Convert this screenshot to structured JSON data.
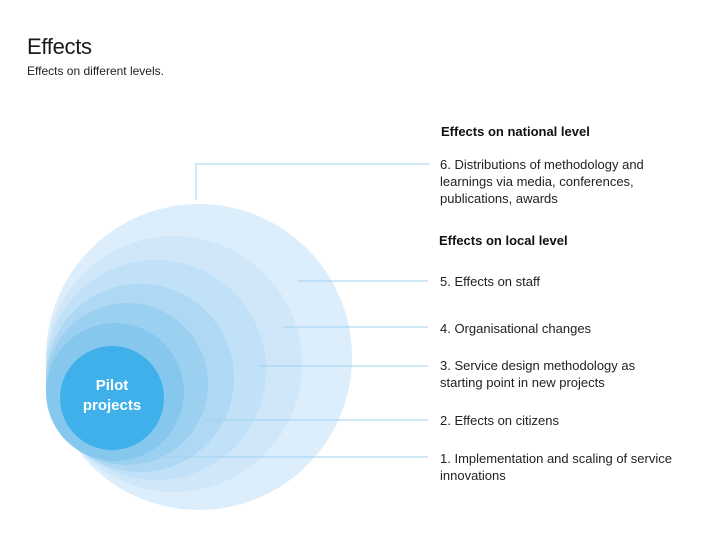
{
  "header": {
    "title": "Effects",
    "subtitle": "Effects on different levels."
  },
  "sections": {
    "national_heading": "Effects on national level",
    "local_heading": "Effects on local level"
  },
  "center_label": {
    "line1": "Pilot",
    "line2": "projects"
  },
  "levels": [
    {
      "label": "1. Implementation and scaling of service innovations"
    },
    {
      "label": "2. Effects on citizens"
    },
    {
      "label": "3. Service design methodology as starting point in new projects"
    },
    {
      "label": "4. Organisational changes"
    },
    {
      "label": "5. Effects on staff"
    },
    {
      "label": "6. Distributions of methodology and learnings via media, conferences, publications, awards"
    }
  ],
  "colors": {
    "core": "#3fb0ea",
    "connector": "#9fd3f0",
    "ring_fills": [
      "#dcedfb",
      "#cfe7f9",
      "#c0e1f7",
      "#aed8f4",
      "#9bd0f1",
      "#86c7ee"
    ]
  }
}
